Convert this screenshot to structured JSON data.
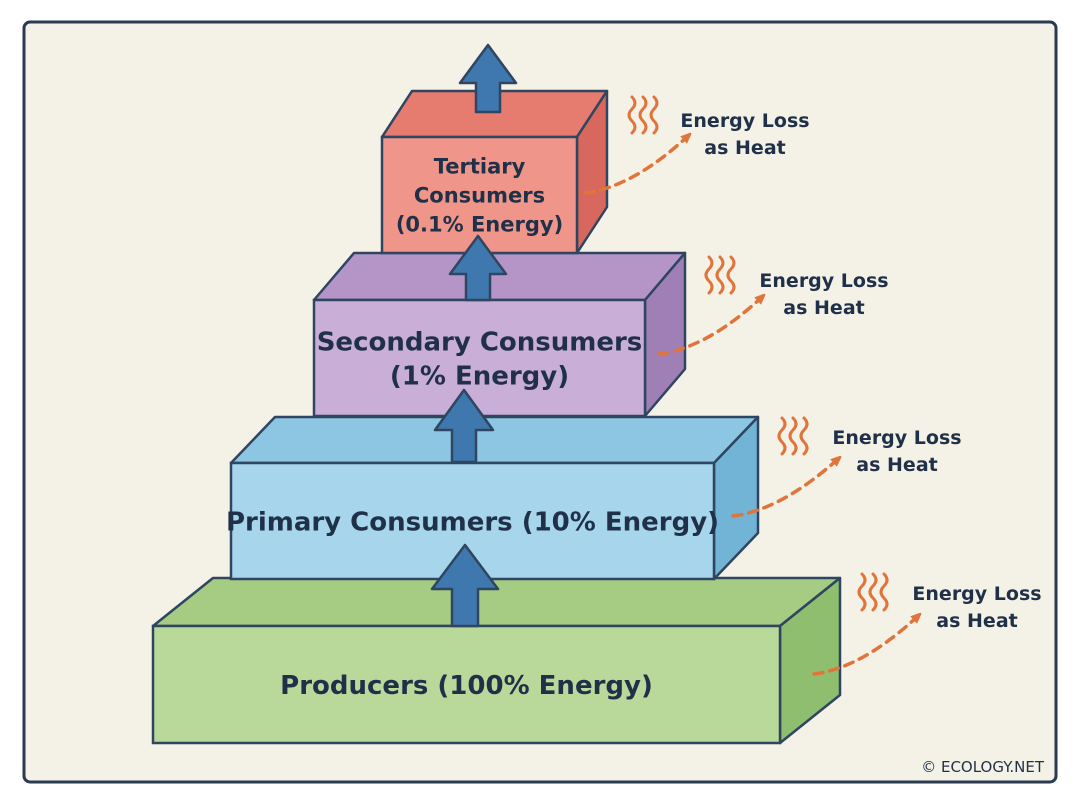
{
  "diagram": {
    "levels": [
      {
        "id": "producers",
        "label": "Producers (100% Energy)",
        "lines": [
          "Producers (100% Energy)"
        ],
        "front_color": "#b9d99a",
        "top_color": "#a6cc84",
        "side_color": "#8fbf6e"
      },
      {
        "id": "primary",
        "label": "Primary Consumers (10% Energy)",
        "lines": [
          "Primary Consumers (10% Energy)"
        ],
        "front_color": "#a6d5ec",
        "top_color": "#8cc6e3",
        "side_color": "#72b4d6"
      },
      {
        "id": "secondary",
        "label": "Secondary Consumers (1% Energy)",
        "lines": [
          "Secondary Consumers",
          "(1% Energy)"
        ],
        "front_color": "#c9aed8",
        "top_color": "#b595c8",
        "side_color": "#9f7fb5"
      },
      {
        "id": "tertiary",
        "label": "Tertiary Consumers (0.1% Energy)",
        "lines": [
          "Tertiary",
          "Consumers",
          "(0.1% Energy)"
        ],
        "front_color": "#ef958a",
        "top_color": "#e67b70",
        "side_color": "#d8685e"
      }
    ],
    "heat_loss": [
      {
        "level": "producers",
        "lines": [
          "Energy Loss",
          "as Heat"
        ]
      },
      {
        "level": "primary",
        "lines": [
          "Energy Loss",
          "as Heat"
        ]
      },
      {
        "level": "secondary",
        "lines": [
          "Energy Loss",
          "as Heat"
        ]
      },
      {
        "level": "tertiary",
        "lines": [
          "Energy Loss",
          "as Heat"
        ]
      }
    ],
    "credit": "© ECOLOGY.NET",
    "colors": {
      "background": "#f4f1e6",
      "frame": "#2a3a52",
      "outline": "#2f4560",
      "arrow": "#3f78ae",
      "heat": "#e0743a",
      "text": "#1f3048"
    }
  }
}
